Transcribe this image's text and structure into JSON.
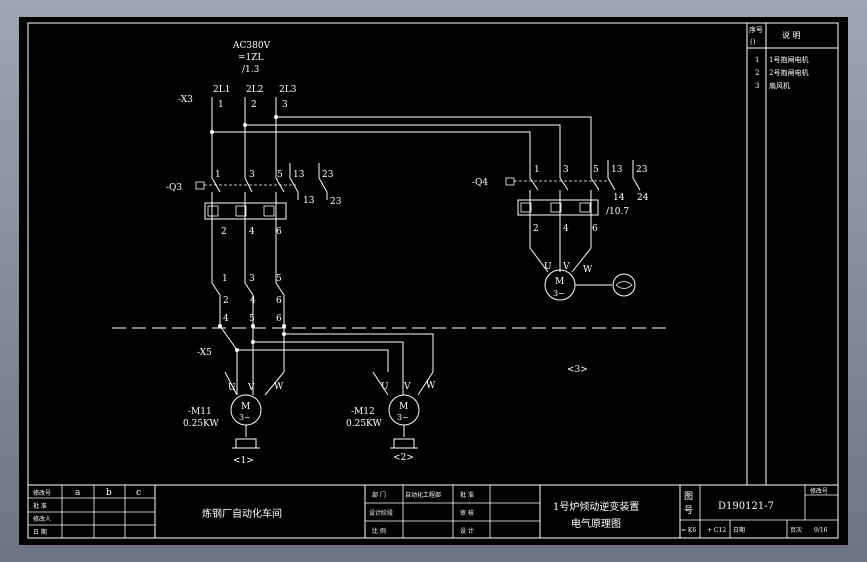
{
  "supply": {
    "line1": "AC380V",
    "line2": "=1ZL",
    "line3": "/1.3",
    "terminal": "-X3",
    "phases": [
      "2L1",
      "2L2",
      "2L3"
    ],
    "numbers": [
      "1",
      "2",
      "3"
    ]
  },
  "q3": {
    "label": "-Q3",
    "top_nums": [
      "1",
      "3",
      "5",
      "13",
      "23"
    ],
    "side_nums": [
      "13",
      "23"
    ],
    "bottom_nums": [
      "2",
      "4",
      "6"
    ]
  },
  "q4": {
    "label": "-Q4",
    "top_nums": [
      "1",
      "3",
      "5",
      "13",
      "23"
    ],
    "side_nums": [
      "14",
      "24"
    ],
    "ref": "/10.7",
    "bottom_nums": [
      "2",
      "4",
      "6"
    ]
  },
  "k": {
    "top_nums": [
      "1",
      "3",
      "5"
    ],
    "bottom_nums": [
      "2",
      "4",
      "6"
    ]
  },
  "x5": {
    "label": "-X5",
    "nums": [
      "4",
      "5",
      "6"
    ]
  },
  "m11": {
    "label": "-M11",
    "power": "0.25KW",
    "tag": "<1>",
    "motor_m": "M",
    "motor_3": "3~",
    "uvw": [
      "U",
      "V",
      "W"
    ]
  },
  "m12": {
    "label": "-M12",
    "power": "0.25KW",
    "tag": "<2>",
    "motor_m": "M",
    "motor_3": "3~",
    "uvw": [
      "U",
      "V",
      "W"
    ]
  },
  "fan": {
    "tag": "<3>",
    "motor_m": "M",
    "motor_3": "3~",
    "uvw": [
      "U",
      "V",
      "W"
    ]
  },
  "legend": {
    "header_no": "序号\n()",
    "header_desc": "说 明",
    "rows": [
      {
        "no": "1",
        "desc": "1号抱闸电机"
      },
      {
        "no": "2",
        "desc": "2号抱闸电机"
      },
      {
        "no": "3",
        "desc": "扇风机"
      }
    ]
  },
  "title_block": {
    "rev_labels": [
      "修改号",
      "批 准",
      "修改人",
      "日 期"
    ],
    "rev_cols": [
      "a",
      "b",
      "c"
    ],
    "company": "炼钢厂自动化车间",
    "dept_label": "部 门",
    "dept_value": "自动化工程部",
    "approve": "批 准",
    "review": "审 核",
    "design": "设 计",
    "draft_check": "设计阶段",
    "scale": "比 例",
    "drawing_title_1": "1号炉倾动逆变装置",
    "drawing_title_2": "电气原理图",
    "drawing_no_label_1": "图",
    "drawing_no_label_2": "号",
    "drawing_no": "D190121-7",
    "change_label": "修改号",
    "bottom_a": "= K6",
    "bottom_b": "+ C12",
    "bottom_c": "日期",
    "page_label": "页次",
    "page_value": "9/16"
  }
}
